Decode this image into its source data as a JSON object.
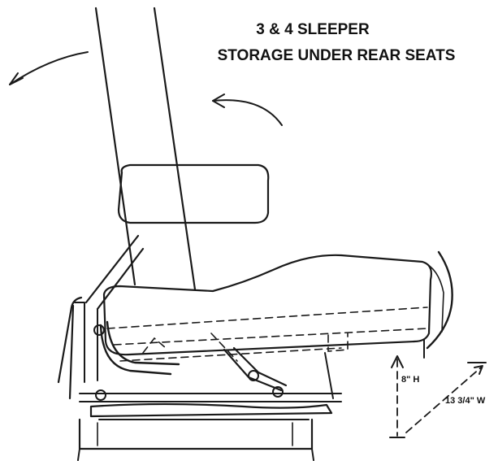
{
  "title": {
    "line1": "3 & 4 SLEEPER",
    "line2": "STORAGE UNDER REAR SEATS"
  },
  "dimensions": {
    "height_label": "8\" H",
    "width_label": "13 3/4\" W"
  },
  "colors": {
    "ink": "#1a1a1a",
    "background": "#ffffff"
  }
}
